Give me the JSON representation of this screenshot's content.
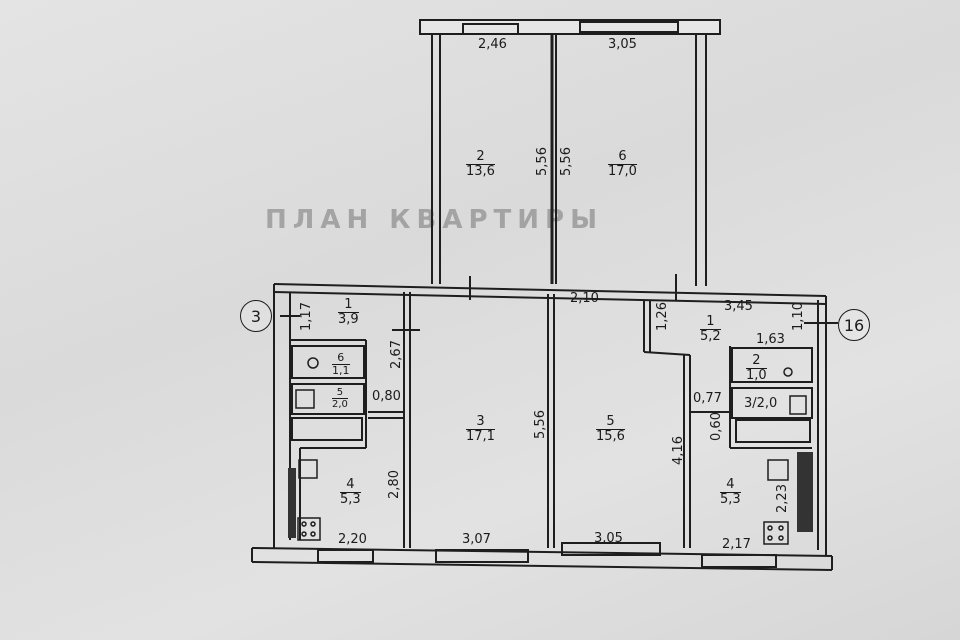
{
  "document": {
    "type": "floor-plan",
    "background_faint_text": "ПЛАН КВАРТИРЫ",
    "axis_markers": [
      {
        "label": "3",
        "side": "left"
      },
      {
        "label": "16",
        "side": "right"
      }
    ],
    "rooms": [
      {
        "id": "left-1",
        "number": "1",
        "area": "3,9"
      },
      {
        "id": "left-6",
        "number": "6",
        "area": "1,1"
      },
      {
        "id": "left-5",
        "number": "5",
        "area": "2,0"
      },
      {
        "id": "left-4",
        "number": "4",
        "area": "5,3"
      },
      {
        "id": "center-3",
        "number": "3",
        "area": "17,1"
      },
      {
        "id": "top-2",
        "number": "2",
        "area": "13,6"
      },
      {
        "id": "top-6",
        "number": "6",
        "area": "17,0"
      },
      {
        "id": "center-5",
        "number": "5",
        "area": "15,6"
      },
      {
        "id": "right-1",
        "number": "1",
        "area": "5,2"
      },
      {
        "id": "right-2",
        "number": "2",
        "area": "1,0"
      },
      {
        "id": "right-3",
        "number": "3",
        "area": "2,0",
        "combined_label": "3/2,0"
      },
      {
        "id": "right-4",
        "number": "4",
        "area": "5,3"
      }
    ],
    "dimensions": {
      "top_2_width": "2,46",
      "top_6_width": "3,05",
      "top_2_height": "5,56",
      "top_6_height": "5,56",
      "left_1_height": "1,17",
      "left_stack_height": "2,67",
      "left_corridor_width": "0,80",
      "left_4_height": "2,80",
      "left_4_width": "2,20",
      "center_3_height": "5,56",
      "center_3_width": "3,07",
      "center_5_top": "2,10",
      "center_5_bottom": "3,05",
      "center_5_height": "4,16",
      "right_1_niche": "1,26",
      "right_1_top": "3,45",
      "right_1_side": "1,10",
      "right_1_inner": "1,63",
      "right_passage": "0,77",
      "right_gap": "0,60",
      "right_4_height": "2,23",
      "right_4_width": "2,17"
    }
  }
}
